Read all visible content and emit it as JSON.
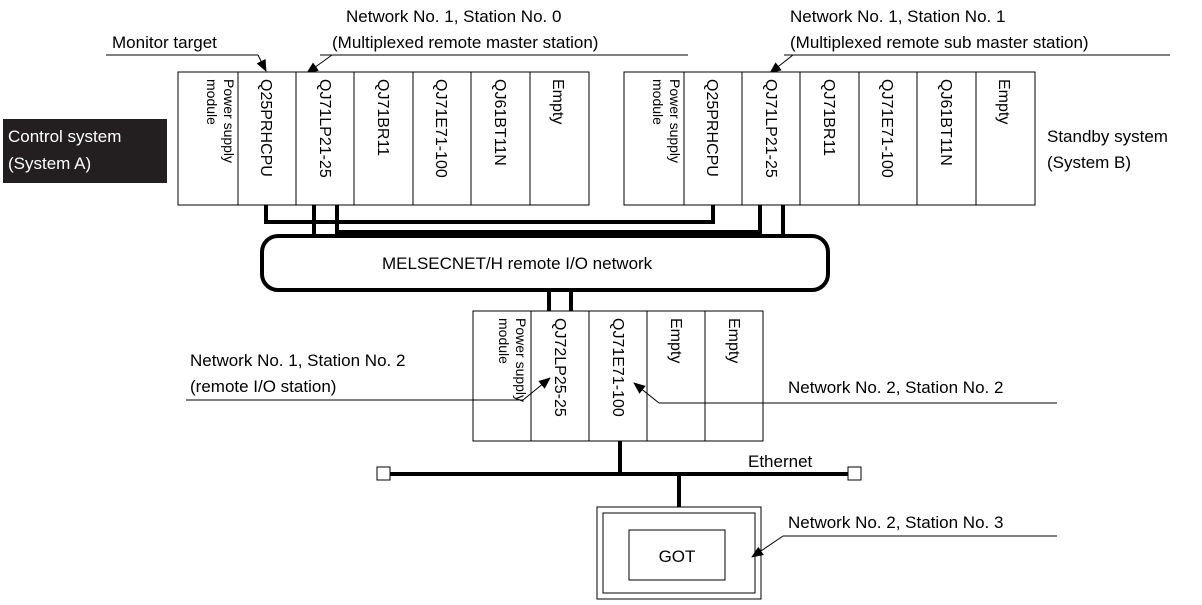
{
  "labels": {
    "net1_st0_line1": "Network No. 1, Station No. 0",
    "net1_st0_line2": "(Multiplexed remote master station)",
    "monitor_target": "Monitor target",
    "net1_st1_line1": "Network No. 1, Station No. 1",
    "net1_st1_line2": "(Multiplexed remote sub master station)",
    "control_line1": "Control system",
    "control_line2": "(System A)",
    "standby_line1": "Standby system",
    "standby_line2": "(System B)",
    "network": "MELSECNET/H remote I/O network",
    "net1_st2_line1": "Network No. 1, Station No. 2",
    "net1_st2_line2": "(remote I/O station)",
    "net2_st2": "Network No. 2, Station No. 2",
    "ethernet": "Ethernet",
    "net2_st3": "Network No. 2, Station No. 3",
    "got": "GOT"
  },
  "rack_a": {
    "power_line1": "Power supply",
    "power_line2": "module",
    "modules": [
      "Q25PRHCPU",
      "QJ71LP21-25",
      "QJ71BR11",
      "QJ71E71-100",
      "QJ61BT11N",
      "Empty"
    ]
  },
  "rack_b": {
    "power_line1": "Power supply",
    "power_line2": "module",
    "modules": [
      "Q25PRHCPU",
      "QJ71LP21-25",
      "QJ71BR11",
      "QJ71E71-100",
      "QJ61BT11N",
      "Empty"
    ]
  },
  "rack_c": {
    "power_line1": "Power supply",
    "power_line2": "module",
    "modules": [
      "QJ72LP25-25",
      "QJ71E71-100",
      "Empty",
      "Empty"
    ]
  },
  "colors": {
    "line": "#000000",
    "highlight_bg": "#231f20",
    "highlight_text": "#ffffff"
  }
}
